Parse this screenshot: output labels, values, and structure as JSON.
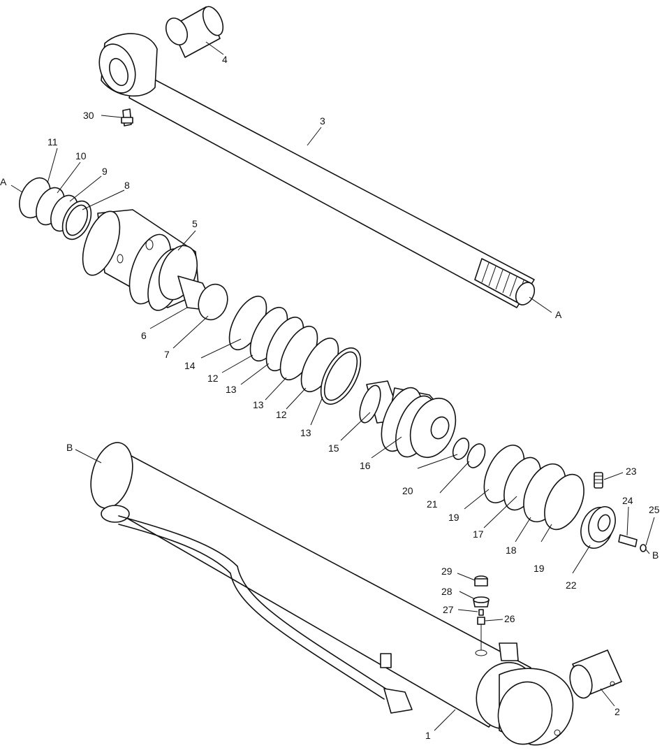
{
  "labels": {
    "p1": "1",
    "p2": "2",
    "p3": "3",
    "p4": "4",
    "p5": "5",
    "p6": "6",
    "p7": "7",
    "p8": "8",
    "p9": "9",
    "p10": "10",
    "p11": "11",
    "p12a": "12",
    "p12b": "12",
    "p13a": "13",
    "p13b": "13",
    "p13c": "13",
    "p14": "14",
    "p15": "15",
    "p16": "16",
    "p17": "17",
    "p18": "18",
    "p19a": "19",
    "p19b": "19",
    "p20": "20",
    "p21": "21",
    "p22": "22",
    "p23": "23",
    "p24": "24",
    "p25": "25",
    "p26": "26",
    "p27": "27",
    "p28": "28",
    "p29": "29",
    "p30": "30",
    "refA1": "A",
    "refA2": "A",
    "refB1": "B",
    "refB2": "B"
  }
}
